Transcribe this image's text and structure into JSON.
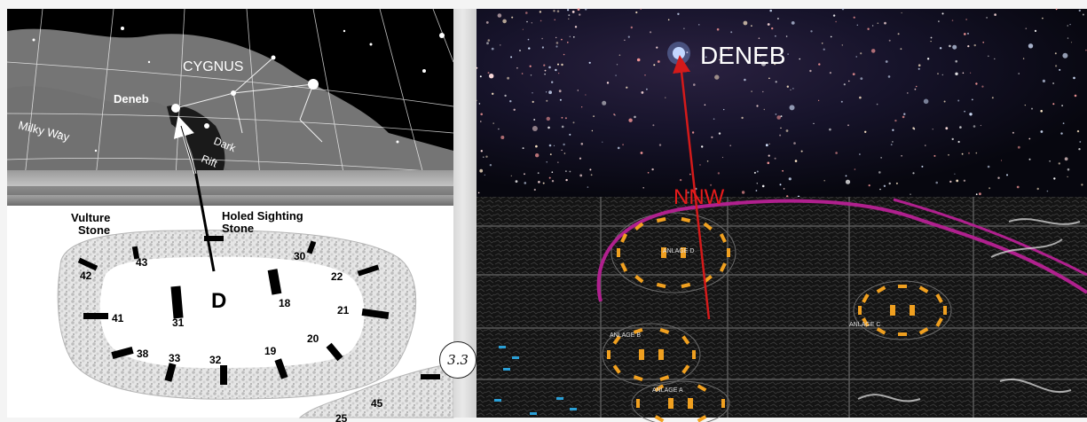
{
  "left_figure": {
    "sky_labels": {
      "constellation": "CYGNUS",
      "milky_way": "Milky Way",
      "star": "Deneb",
      "dark_rift_line1": "Dark",
      "dark_rift_line2": "Rift"
    },
    "plan": {
      "vulture_stone_line1": "Vulture",
      "vulture_stone_line2": "Stone",
      "holed_stone_line1": "Holed Sighting",
      "holed_stone_line2": "Stone",
      "enclosure_letter": "D",
      "pillar_numbers": [
        "43",
        "42",
        "41",
        "38",
        "33",
        "32",
        "31",
        "19",
        "20",
        "21",
        "22",
        "30",
        "18",
        "45",
        "25"
      ]
    }
  },
  "right_figure": {
    "star_label": "DENEB",
    "direction_label": "NNW",
    "site_labels": [
      "ANLAGE D",
      "ANLAGE B",
      "ANLAGE C",
      "ANLAGE A"
    ]
  },
  "page_marker": "3.3",
  "colors": {
    "arrow_red": "#d41a1a",
    "magenta_wall": "#b0208e",
    "pillar_orange": "#f0a020",
    "pillar_cyan": "#2a9fd6",
    "label_red": "#e81b1b"
  }
}
